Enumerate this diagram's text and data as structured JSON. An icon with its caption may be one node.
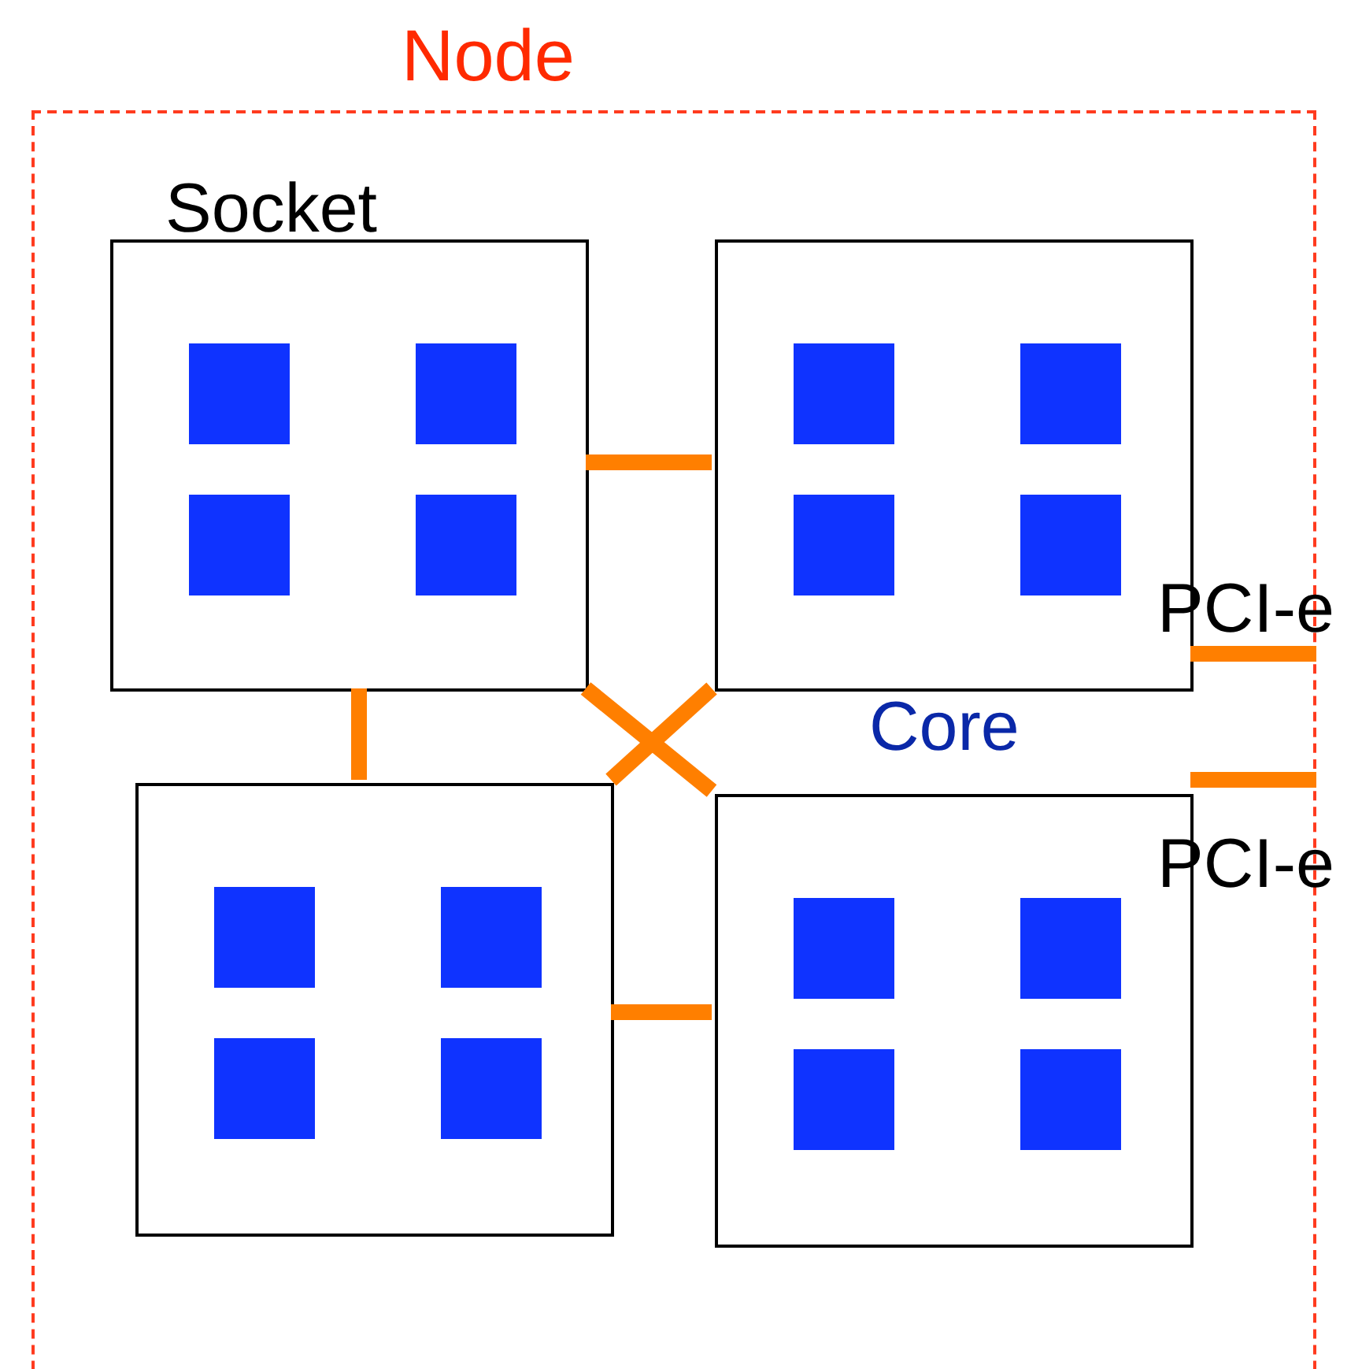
{
  "diagram": {
    "nodes": [
      {
        "text": [
          "Node"
        ]
      },
      {
        "text": [
          "Socket"
        ],
        "in": 0
      },
      {
        "text": [],
        "shape": "box",
        "in": 1
      },
      {
        "text": [],
        "shape": "box",
        "in": 1
      },
      {
        "text": [],
        "shape": "box",
        "in": 1
      },
      {
        "text": [],
        "shape": "box",
        "in": 1
      },
      {
        "text": [],
        "shape": "box",
        "in": 0
      },
      {
        "text": [],
        "shape": "box",
        "in": 6
      },
      {
        "text": [],
        "shape": "box",
        "in": 6
      },
      {
        "text": [],
        "shape": "box",
        "in": 6
      },
      {
        "text": [],
        "shape": "box",
        "in": 6
      },
      {
        "text": [],
        "shape": "box",
        "in": 0
      },
      {
        "text": [],
        "shape": "box",
        "in": 11
      },
      {
        "text": [],
        "shape": "box",
        "in": 11
      },
      {
        "text": [],
        "shape": "box",
        "in": 11
      },
      {
        "text": [],
        "shape": "box",
        "in": 11
      },
      {
        "text": [],
        "shape": "box",
        "in": 0
      },
      {
        "text": [],
        "shape": "box",
        "in": 16
      },
      {
        "text": [],
        "shape": "box",
        "in": 16
      },
      {
        "text": [],
        "shape": "box",
        "in": 16
      },
      {
        "text": [],
        "shape": "box",
        "in": 16
      }
    ],
    "edges": [
      {
        "from": 1,
        "to": 6,
        "arrow": "none"
      },
      {
        "from": 1,
        "to": 11,
        "arrow": "none"
      },
      {
        "from": 1,
        "to": 16,
        "arrow": "none"
      },
      {
        "from": 6,
        "to": 11,
        "arrow": "none"
      },
      {
        "from": 6,
        "to": null,
        "arrow": "none"
      },
      {
        "from": 11,
        "to": 16,
        "arrow": "none"
      },
      {
        "from": 16,
        "to": null,
        "arrow": "none"
      }
    ],
    "labels": [
      "PCI-e",
      "Core",
      "PCI-e"
    ]
  }
}
